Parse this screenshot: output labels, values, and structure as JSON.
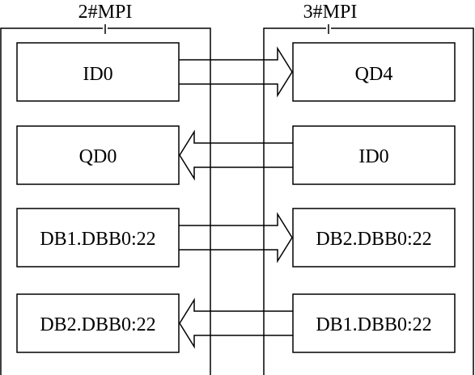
{
  "stations": {
    "left": {
      "title": "2#MPI"
    },
    "right": {
      "title": "3#MPI"
    }
  },
  "rows": [
    {
      "left": "ID0",
      "right": "QD4",
      "direction": "left-to-right"
    },
    {
      "left": "QD0",
      "right": "ID0",
      "direction": "right-to-left"
    },
    {
      "left": "DB1.DBB0:22",
      "right": "DB2.DBB0:22",
      "direction": "left-to-right"
    },
    {
      "left": "DB2.DBB0:22",
      "right": "DB1.DBB0:22",
      "direction": "right-to-left"
    }
  ]
}
